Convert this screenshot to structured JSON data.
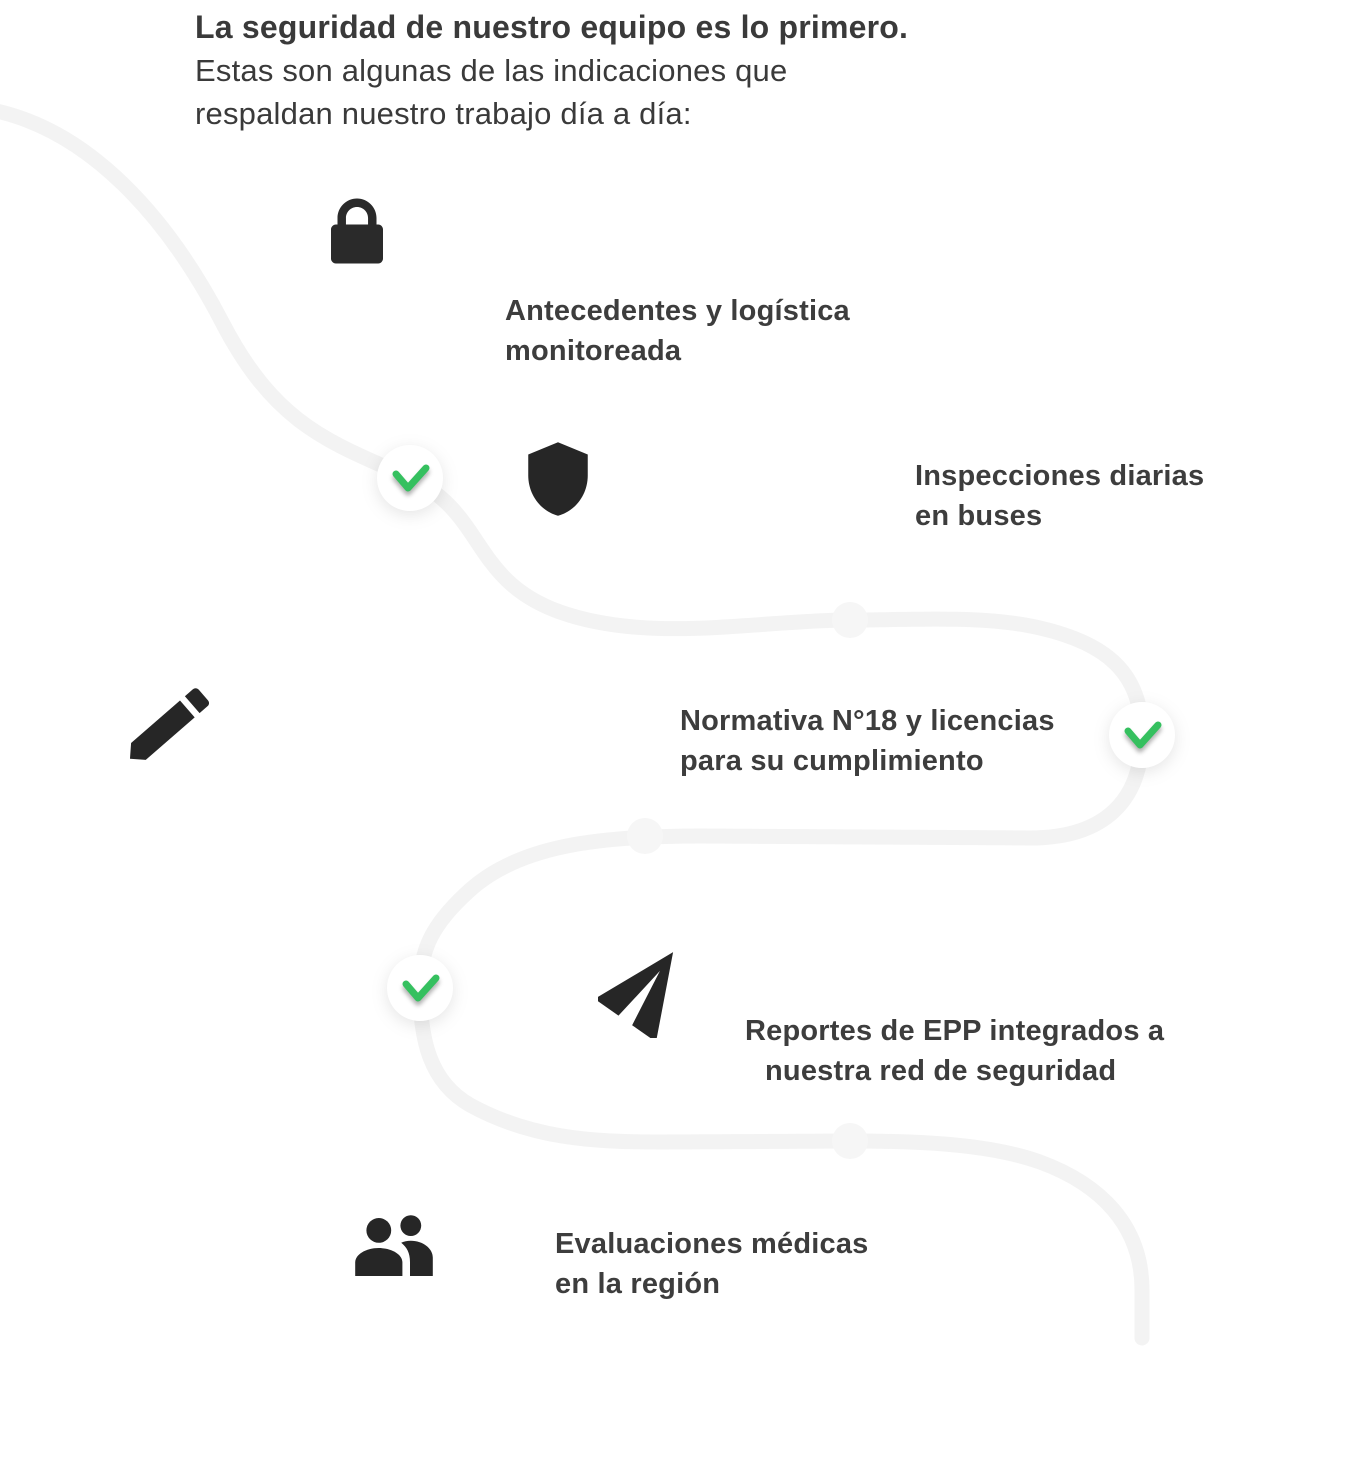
{
  "heading": {
    "line1": "La seguridad de nuestro equipo es lo primero.",
    "line2": "Estas son algunas de las indicaciones que",
    "line3": "respaldan nuestro trabajo día a día:"
  },
  "steps": [
    {
      "icon": "lock-icon",
      "line1": "Antecedentes y logística",
      "line2": "monitoreada"
    },
    {
      "icon": "shield-icon",
      "line1": "Inspecciones diarias",
      "line2": "en buses"
    },
    {
      "icon": "pencil-icon",
      "line1": "Normativa N°18 y licencias",
      "line2": "para su cumplimiento"
    },
    {
      "icon": "paper-plane-icon",
      "line1": "Reportes de EPP integrados a",
      "line2": "nuestra red de seguridad"
    },
    {
      "icon": "people-icon",
      "line1": "Evaluaciones médicas",
      "line2": "en la región"
    }
  ],
  "checkpoints": [
    {
      "icon": "check-icon",
      "state": "completed"
    },
    {
      "icon": "check-icon",
      "state": "completed"
    },
    {
      "icon": "check-icon",
      "state": "completed"
    }
  ],
  "colors": {
    "accent_green": "#35c05f",
    "icon_dark": "#2a2a2a",
    "text_dark": "#3a3a3a",
    "path_gray": "#f3f3f3",
    "background": "#ffffff"
  }
}
